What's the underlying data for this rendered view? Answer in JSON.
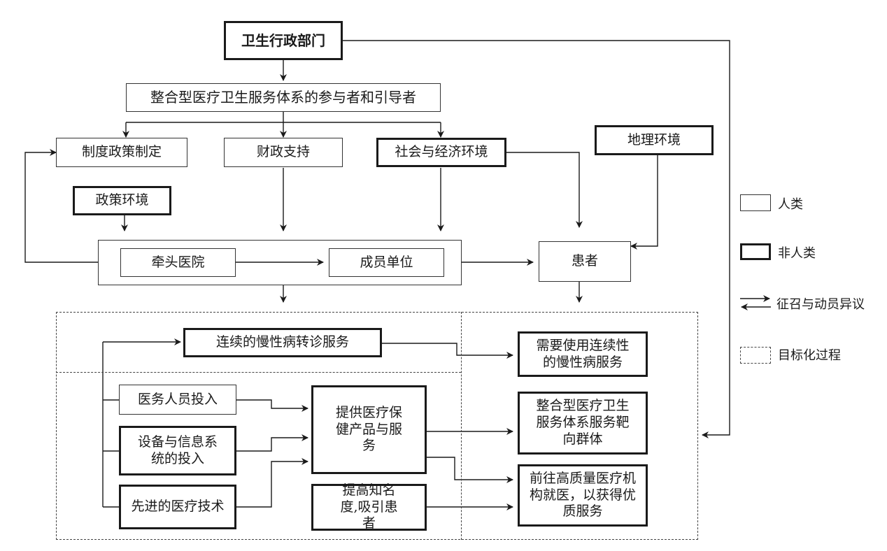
{
  "nodes": {
    "health_admin": "卫生行政部门",
    "participants": "整合型医疗卫生服务体系的参与者和引导者",
    "policy_making": "制度政策制定",
    "fiscal_support": "财政支持",
    "socio_economic": "社会与经济环境",
    "geography": "地理环境",
    "policy_env": "政策环境",
    "lead_hospital": "牵头医院",
    "member_units": "成员单位",
    "patient": "患者",
    "chronic_referral": "连续的慢性病转诊服务",
    "need_continuous": "需要使用连续性的慢性病服务",
    "staff_input": "医务人员投入",
    "equipment_input": "设备与信息系统的投入",
    "advanced_tech": "先进的医疗技术",
    "provide_services": "提供医疗保健产品与服务",
    "raise_awareness": "提高知名度,吸引患者",
    "target_group": "整合型医疗卫生服务体系服务靶向群体",
    "seek_quality": "前往高质量医疗机构就医，以获得优质服务"
  },
  "legend": {
    "human": "人类",
    "non_human": "非人类",
    "mobilize": "征召与动员异议",
    "targeting": "目标化过程"
  }
}
